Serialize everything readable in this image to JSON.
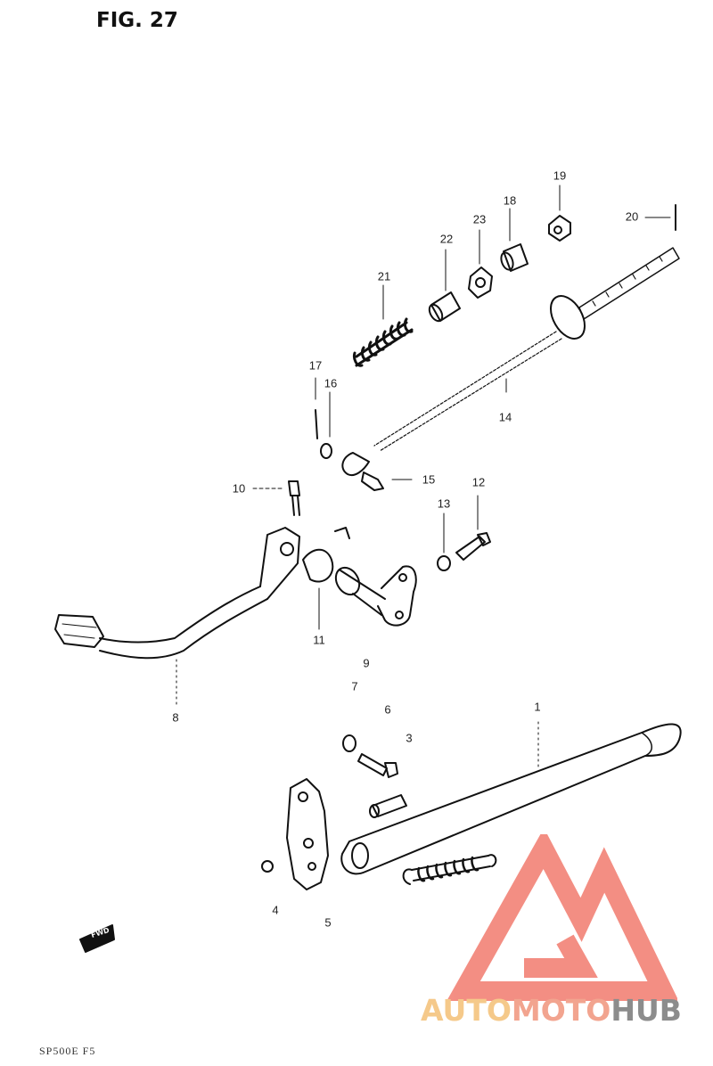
{
  "figure": {
    "title": "FIG. 27",
    "footer_code": "SP500E F5",
    "fwd_marker": "FWD"
  },
  "callouts": [
    {
      "id": "1",
      "label": "1"
    },
    {
      "id": "3",
      "label": "3"
    },
    {
      "id": "4",
      "label": "4"
    },
    {
      "id": "5",
      "label": "5"
    },
    {
      "id": "6",
      "label": "6"
    },
    {
      "id": "7",
      "label": "7"
    },
    {
      "id": "8",
      "label": "8"
    },
    {
      "id": "9",
      "label": "9"
    },
    {
      "id": "10",
      "label": "10"
    },
    {
      "id": "11",
      "label": "11"
    },
    {
      "id": "12",
      "label": "12"
    },
    {
      "id": "13",
      "label": "13"
    },
    {
      "id": "14",
      "label": "14"
    },
    {
      "id": "15",
      "label": "15"
    },
    {
      "id": "16",
      "label": "16"
    },
    {
      "id": "17",
      "label": "17"
    },
    {
      "id": "18",
      "label": "18"
    },
    {
      "id": "19",
      "label": "19"
    },
    {
      "id": "20",
      "label": "20"
    },
    {
      "id": "21",
      "label": "21"
    },
    {
      "id": "22",
      "label": "22"
    },
    {
      "id": "23",
      "label": "23"
    }
  ],
  "watermark": {
    "part_a": "AUTO",
    "part_b": "MOTO",
    "part_c": "HUB",
    "color_a": "#f5c98a",
    "color_b": "#f2a48f",
    "color_c": "#8c8c8c",
    "logo_color": "#f27b6e"
  }
}
